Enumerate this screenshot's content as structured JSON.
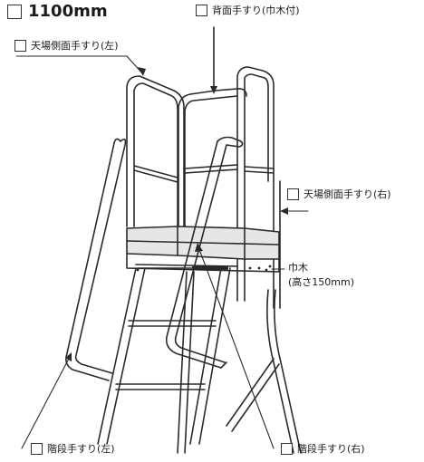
{
  "labels": {
    "height_option": "1100mm",
    "back_handrail": "背面手すり(巾木付)",
    "top_side_handrail_left": "天場側面手すり(左)",
    "top_side_handrail_right": "天場側面手すり(右)",
    "toe_board_line1": "巾木",
    "toe_board_line2": "(高さ150mm)",
    "stair_handrail_left": "階段手すり(左)",
    "stair_handrail_right": "階段手すり(右)"
  },
  "colors": {
    "line": "#2a2a2a",
    "background": "#ffffff",
    "panel_fill": "#e6e6e6",
    "checkbox_border": "#333333"
  }
}
